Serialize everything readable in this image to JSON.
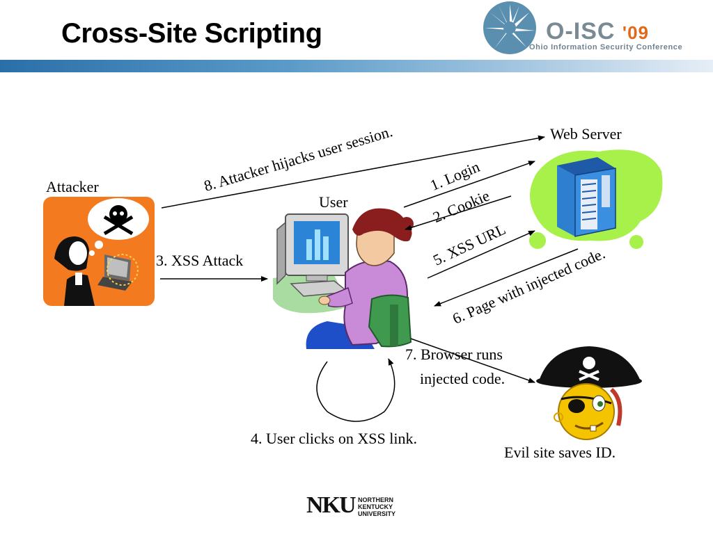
{
  "slide": {
    "title": "Cross-Site Scripting"
  },
  "conference_logo": {
    "name": "O-ISC",
    "year": "'09",
    "tagline": "Ohio Information Security Conference"
  },
  "actors": {
    "attacker": "Attacker",
    "user": "User",
    "web_server": "Web Server",
    "evil_site": "Evil site saves ID."
  },
  "steps": {
    "step1": "1. Login",
    "step2": "2. Cookie",
    "step3": "3. XSS Attack",
    "step4": "4. User clicks on XSS link.",
    "step5": "5. XSS URL",
    "step6": "6. Page with injected code.",
    "step7_line1": "7. Browser runs",
    "step7_line2": "injected code.",
    "step8": "8. Attacker hijacks user session."
  },
  "footer_logo": {
    "mark": "NKU",
    "line1": "NORTHERN",
    "line2": "KENTUCKY",
    "line3": "UNIVERSITY"
  },
  "colors": {
    "title_band_start": "#2a6fa8",
    "attacker_bg": "#f47a20",
    "server_blob": "#a8f04a",
    "server_body": "#2f7fd0",
    "user_shirt": "#c98ad8",
    "user_hair": "#8a1e1e",
    "chair": "#3f9a4f",
    "pirate_face": "#f5c400",
    "logo_orange": "#e06a1a"
  }
}
